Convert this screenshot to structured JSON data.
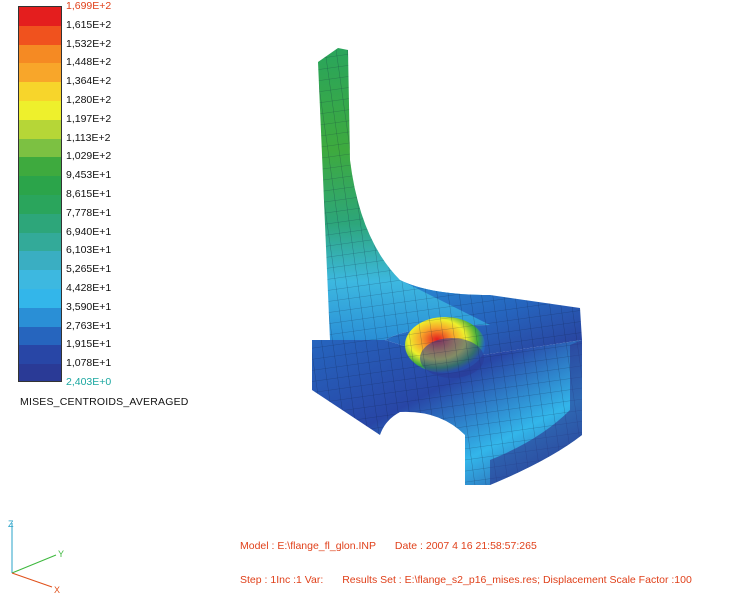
{
  "legend": {
    "title": "MISES_CENTROIDS_AVERAGED",
    "levels": [
      {
        "label": "1,699E+2",
        "color": "#e41e1e",
        "text_color": "#e0401a"
      },
      {
        "label": "1,615E+2",
        "color": "#f0521e",
        "text_color": "#111111"
      },
      {
        "label": "1,532E+2",
        "color": "#f58a23",
        "text_color": "#111111"
      },
      {
        "label": "1,448E+2",
        "color": "#f8a62a",
        "text_color": "#111111"
      },
      {
        "label": "1,364E+2",
        "color": "#f7d52b",
        "text_color": "#111111"
      },
      {
        "label": "1,280E+2",
        "color": "#eef02c",
        "text_color": "#111111"
      },
      {
        "label": "1,197E+2",
        "color": "#b6d637",
        "text_color": "#111111"
      },
      {
        "label": "1,113E+2",
        "color": "#7cc142",
        "text_color": "#111111"
      },
      {
        "label": "1,029E+2",
        "color": "#3eaa3e",
        "text_color": "#111111"
      },
      {
        "label": "9,453E+1",
        "color": "#2ba44a",
        "text_color": "#111111"
      },
      {
        "label": "8,615E+1",
        "color": "#2aa55c",
        "text_color": "#111111"
      },
      {
        "label": "7,778E+1",
        "color": "#2da67a",
        "text_color": "#111111"
      },
      {
        "label": "6,940E+1",
        "color": "#33aa99",
        "text_color": "#111111"
      },
      {
        "label": "6,103E+1",
        "color": "#3aaec2",
        "text_color": "#111111"
      },
      {
        "label": "5,265E+1",
        "color": "#3db8e0",
        "text_color": "#111111"
      },
      {
        "label": "4,428E+1",
        "color": "#33b6ea",
        "text_color": "#111111"
      },
      {
        "label": "3,590E+1",
        "color": "#2a8fd6",
        "text_color": "#111111"
      },
      {
        "label": "2,763E+1",
        "color": "#2665be",
        "text_color": "#111111"
      },
      {
        "label": "1,915E+1",
        "color": "#2846a6",
        "text_color": "#111111"
      },
      {
        "label": "1,078E+1",
        "color": "#2a3a96",
        "text_color": "#111111"
      },
      {
        "label": "2,403E+0",
        "color": "#2b3590",
        "text_color": "#1aa7a0"
      }
    ]
  },
  "axis": {
    "z_label": "Z",
    "y_label": "Y",
    "x_label": "X",
    "z_color": "#2aa3c9",
    "y_color": "#3db83d",
    "x_color": "#e0501a"
  },
  "info": {
    "model": "Model : E:\\flange_fl_glon.INP",
    "date": "Date : 2007 4 16  21:58:57:265",
    "step": "Step : 1Inc :1 Var:",
    "results": "Results Set : E:\\flange_s2_p16_mises.res; Displacement Scale Factor :100"
  }
}
